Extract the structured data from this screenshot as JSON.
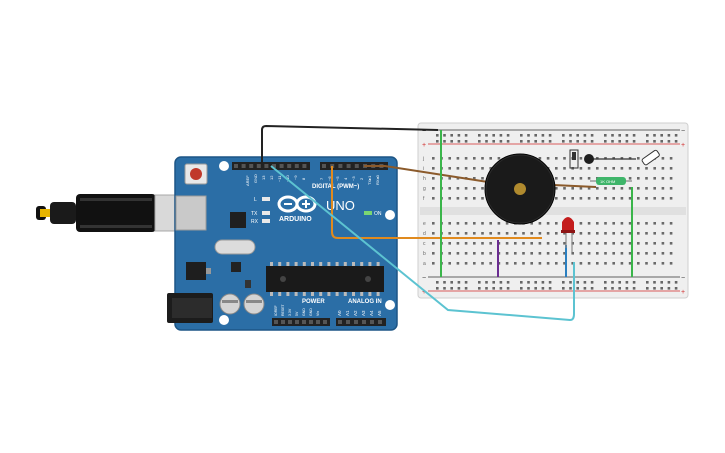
{
  "board": {
    "model": "UNO",
    "brand": "ARDUINO",
    "header_digital": "DIGITAL (PWM~)",
    "header_power": "POWER",
    "header_analog": "ANALOG IN",
    "on_label": "ON",
    "tx_label": "TX",
    "rx_label": "RX",
    "l_label": "L",
    "aref_label": "AREF",
    "gnd_label": "GND",
    "pin_13": "13",
    "pin_12": "12",
    "pin_11": "~11",
    "pin_10": "~10",
    "pin_9": "~9",
    "pin_8": "8",
    "pin_7": "7",
    "pin_6": "~6",
    "pin_5": "~5",
    "pin_4": "4",
    "pin_3": "~3",
    "pin_2": "2",
    "pin_1": "TX▸1",
    "pin_0": "RX◂0",
    "power_pins": [
      "IOREF",
      "RESET",
      "3.3V",
      "5V",
      "GND",
      "GND",
      "Vin"
    ],
    "analog_pins": [
      "A0",
      "A1",
      "A2",
      "A3",
      "A4",
      "A5"
    ]
  },
  "breadboard": {
    "row_letters_top": [
      "j",
      "i",
      "h",
      "g",
      "f"
    ],
    "row_letters_bottom": [
      "e",
      "d",
      "c",
      "b",
      "a"
    ],
    "plus": "+",
    "minus": "−",
    "resistor_label": "1K OHM"
  },
  "colors": {
    "board": "#2a6fa8",
    "wire_black": "#222222",
    "wire_brown": "#8b5a2b",
    "wire_orange": "#e08a1e",
    "wire_cyan": "#5cc3d1",
    "wire_green": "#3ab54a",
    "wire_purple": "#6a2c91",
    "wire_blue": "#2a7fc0",
    "led_red": "#cc1f1f",
    "buzzer": "#1a1a1a"
  }
}
